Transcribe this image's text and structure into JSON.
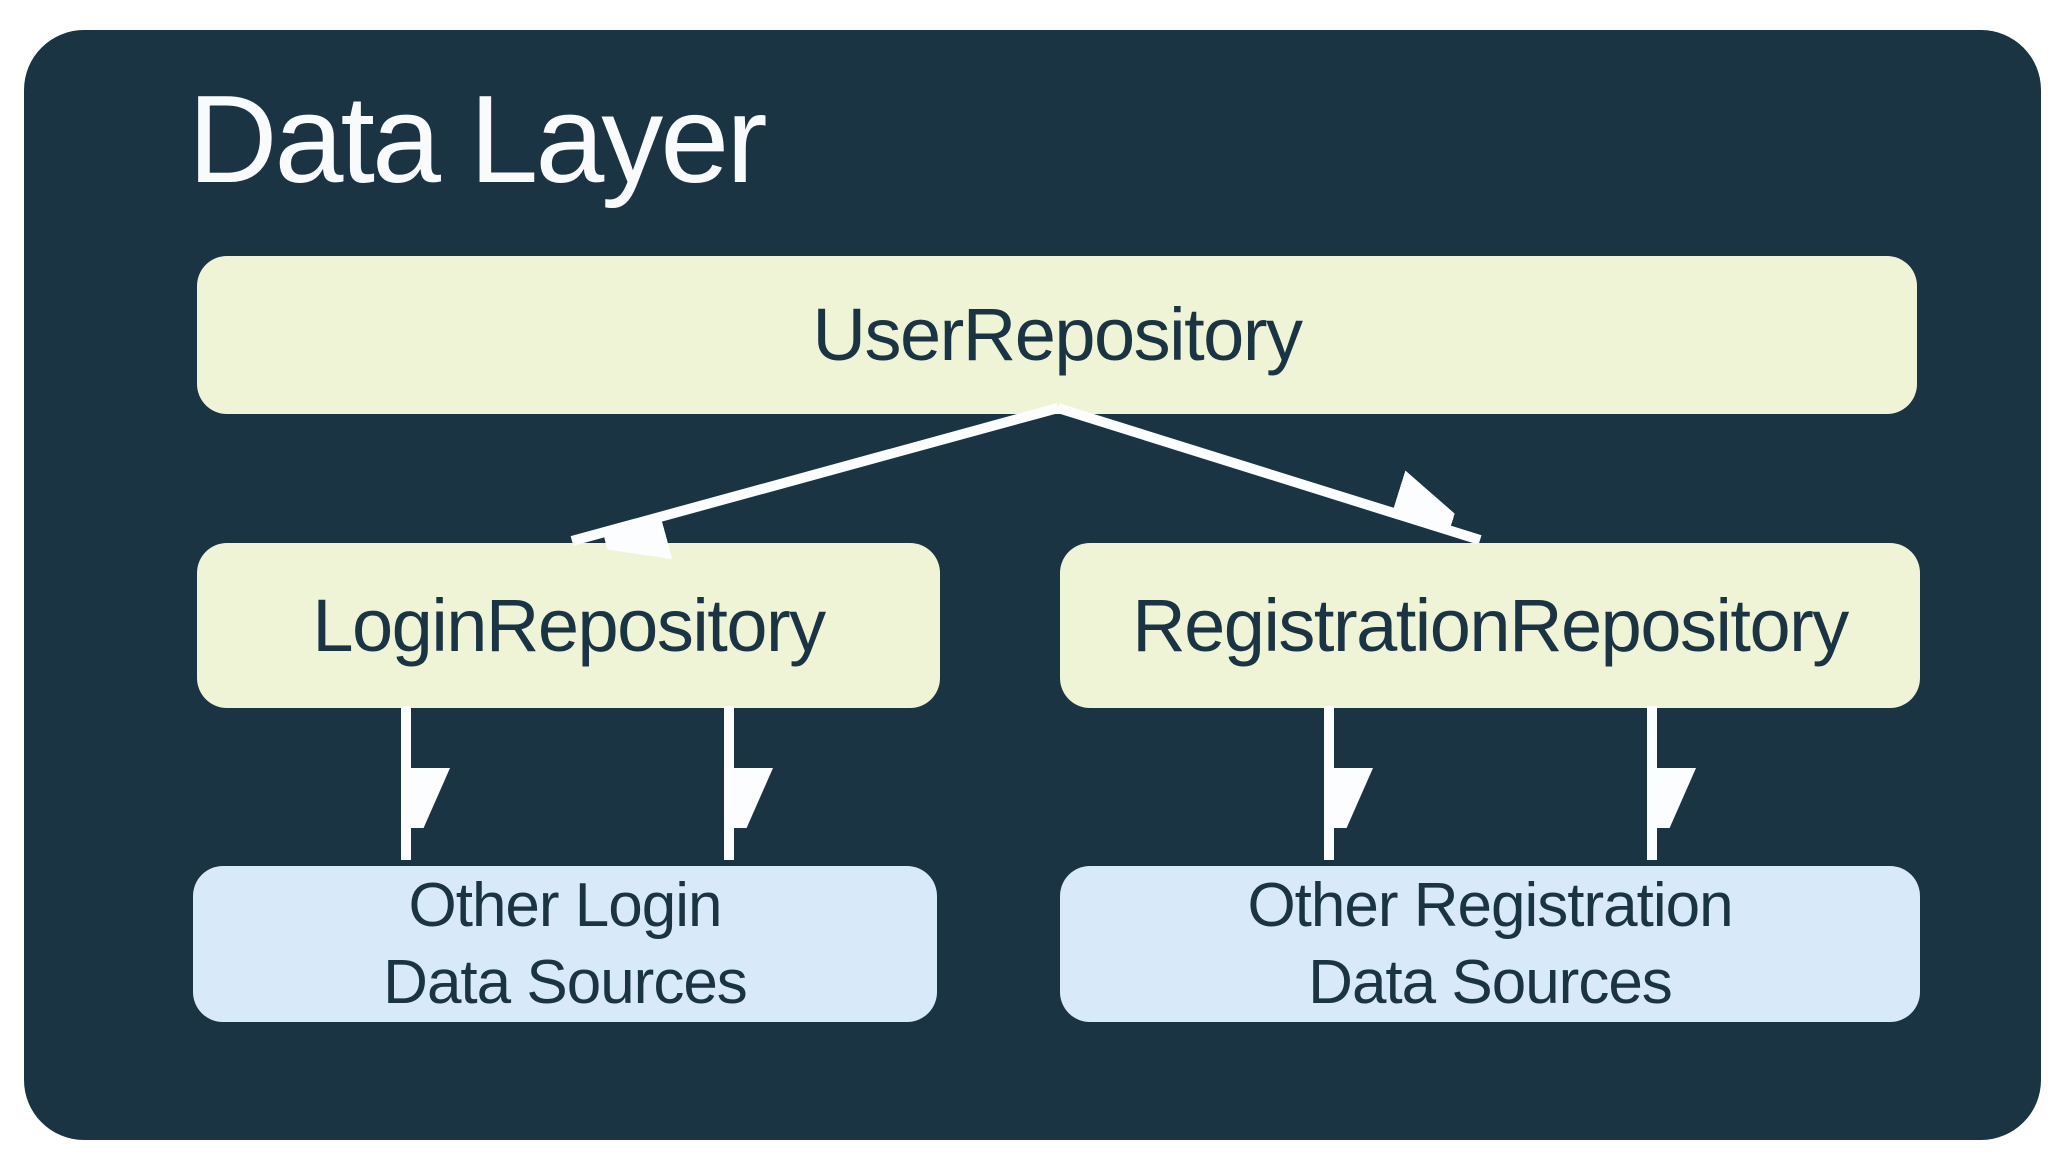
{
  "page": {
    "title": "Data Layer"
  },
  "nodes": {
    "user_repository": {
      "label": "UserRepository"
    },
    "login_repository": {
      "label": "LoginRepository"
    },
    "registration_repository": {
      "label": "RegistrationRepository"
    },
    "other_login_data_sources": {
      "line1": "Other Login",
      "line2": "Data Sources"
    },
    "other_registration_data_sources": {
      "line1": "Other Registration",
      "line2": "Data Sources"
    }
  },
  "edges": [
    {
      "from": "UserRepository",
      "to": "LoginRepository"
    },
    {
      "from": "UserRepository",
      "to": "RegistrationRepository"
    },
    {
      "from": "LoginRepository",
      "to": "Other Login Data Sources",
      "position": "left"
    },
    {
      "from": "LoginRepository",
      "to": "Other Login Data Sources",
      "position": "right"
    },
    {
      "from": "RegistrationRepository",
      "to": "Other Registration Data Sources",
      "position": "left"
    },
    {
      "from": "RegistrationRepository",
      "to": "Other Registration Data Sources",
      "position": "right"
    }
  ],
  "colors": {
    "page_background": "#FFFFFF",
    "panel_background": "#1B3444",
    "repository_box": "#EFF4D7",
    "data_source_box": "#D8E9FA",
    "box_text": "#1B3444",
    "title_text": "#F9FAFB",
    "arrow": "#FCFDFE"
  }
}
